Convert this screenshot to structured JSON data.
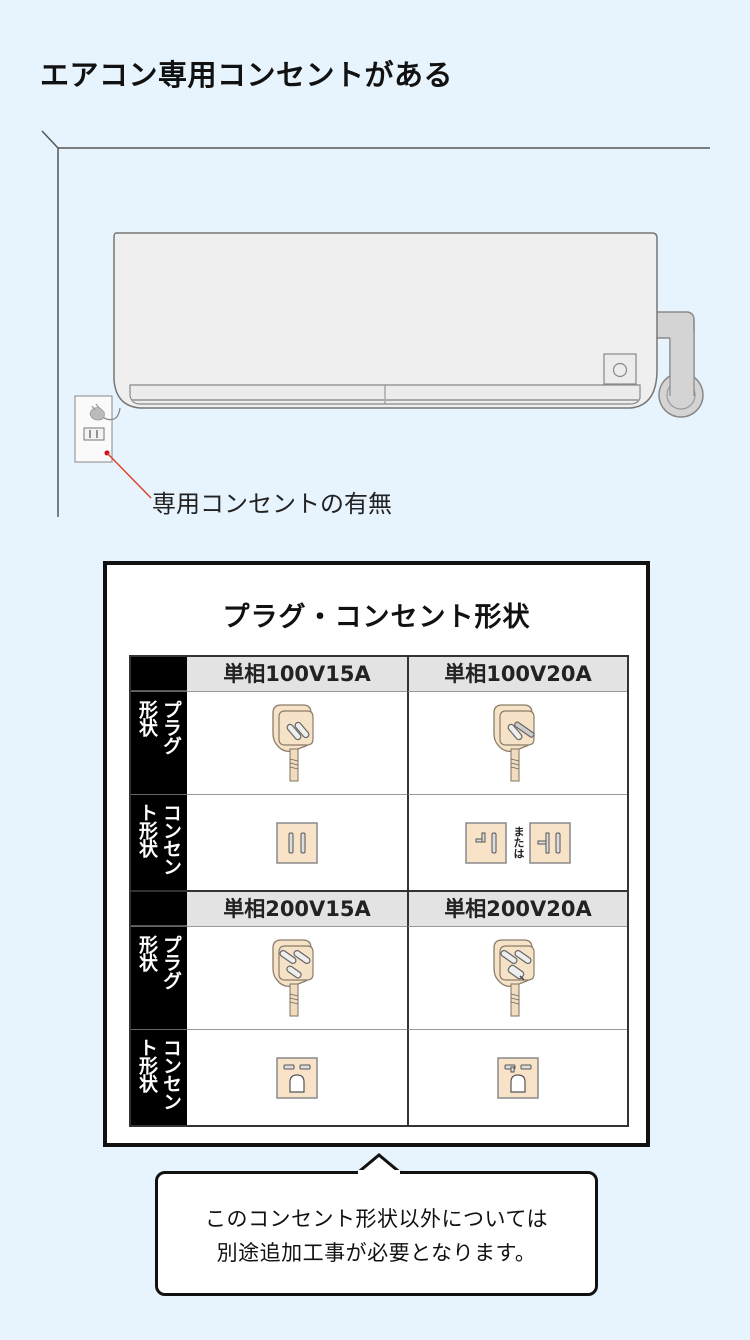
{
  "header": {
    "title": "エアコン専用コンセントがある"
  },
  "illustration": {
    "label": "専用コンセントの有無",
    "leader_color": "#d9472b",
    "wall_color": "#555555",
    "unit_fill": "#efefef",
    "unit_stroke": "#777777"
  },
  "panel": {
    "title": "プラグ・コンセント形状",
    "side_labels": {
      "plug": [
        "プラグ",
        "形状"
      ],
      "outlet": [
        "コンセン",
        "ト形状"
      ]
    },
    "blocks": [
      {
        "columns": [
          {
            "header": "単相100V15A",
            "plug_icon": "plug-100v15a-icon",
            "outlet_icon": "outlet-100v15a-icon"
          },
          {
            "header": "単相100V20A",
            "plug_icon": "plug-100v20a-icon",
            "outlet_icon": "outlet-100v20a-icon",
            "outlet_alt_text": "または"
          }
        ]
      },
      {
        "columns": [
          {
            "header": "単相200V15A",
            "plug_icon": "plug-200v15a-icon",
            "outlet_icon": "outlet-200v15a-icon"
          },
          {
            "header": "単相200V20A",
            "plug_icon": "plug-200v20a-icon",
            "outlet_icon": "outlet-200v20a-icon"
          }
        ]
      }
    ],
    "colors": {
      "icon_fill": "#f6e2c6",
      "icon_stroke": "#8a7d6a",
      "header_bg": "#e3e3e3",
      "side_bg": "#000000"
    }
  },
  "note": {
    "line1": "このコンセント形状以外については",
    "line2": "別途追加工事が必要となります。"
  }
}
